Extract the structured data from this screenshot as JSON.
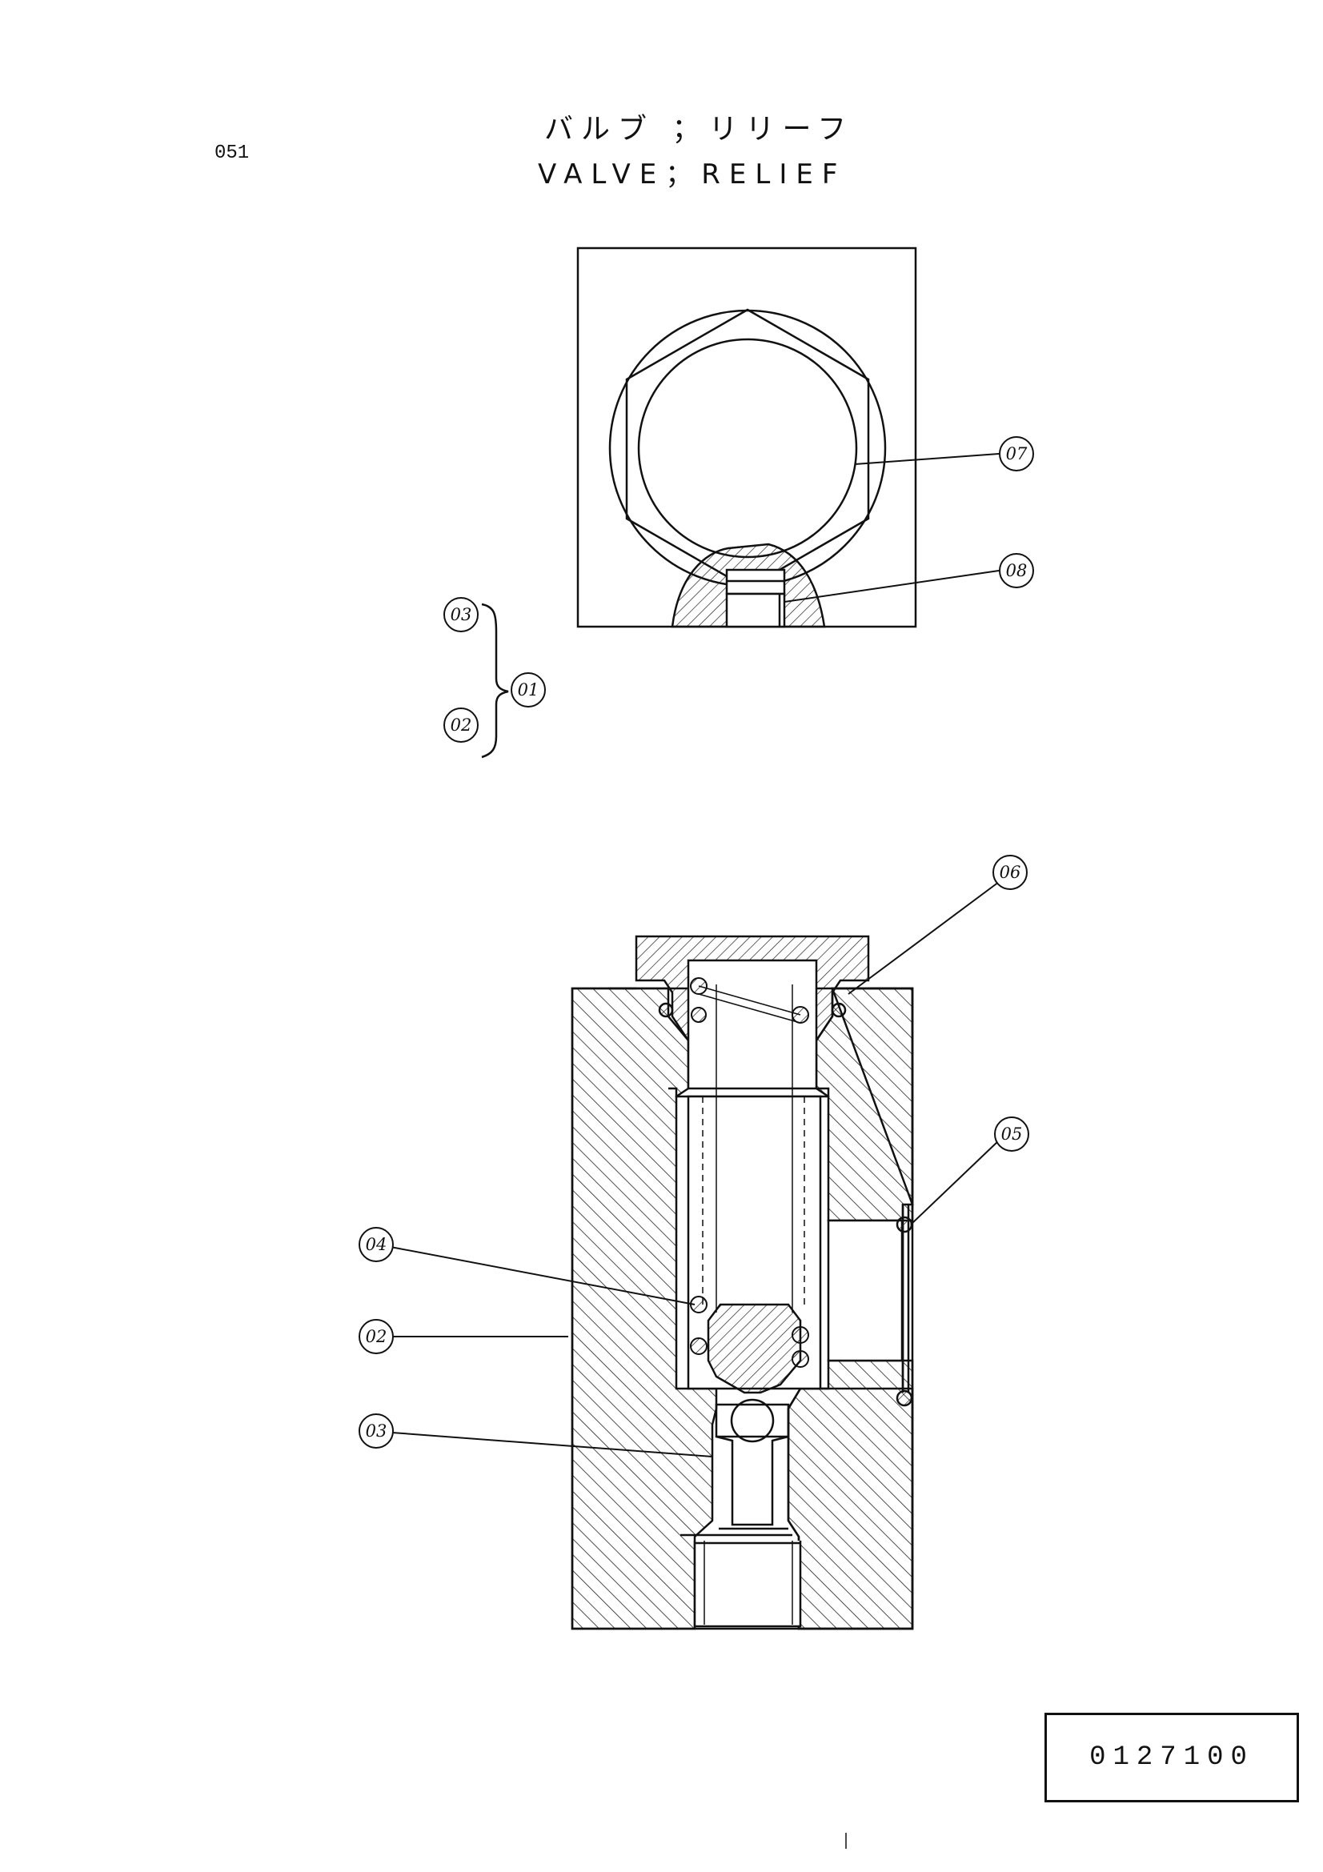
{
  "header": {
    "page_number": "051",
    "title_jp": "バルブ ；リリーフ",
    "title_en": "VALVE；RELIEF"
  },
  "labels": {
    "p01": "01",
    "p02": "02",
    "p03": "03",
    "p04": "04",
    "p05": "05",
    "p06": "06",
    "p07": "07",
    "p08": "08"
  },
  "drawing_number": "0127100"
}
